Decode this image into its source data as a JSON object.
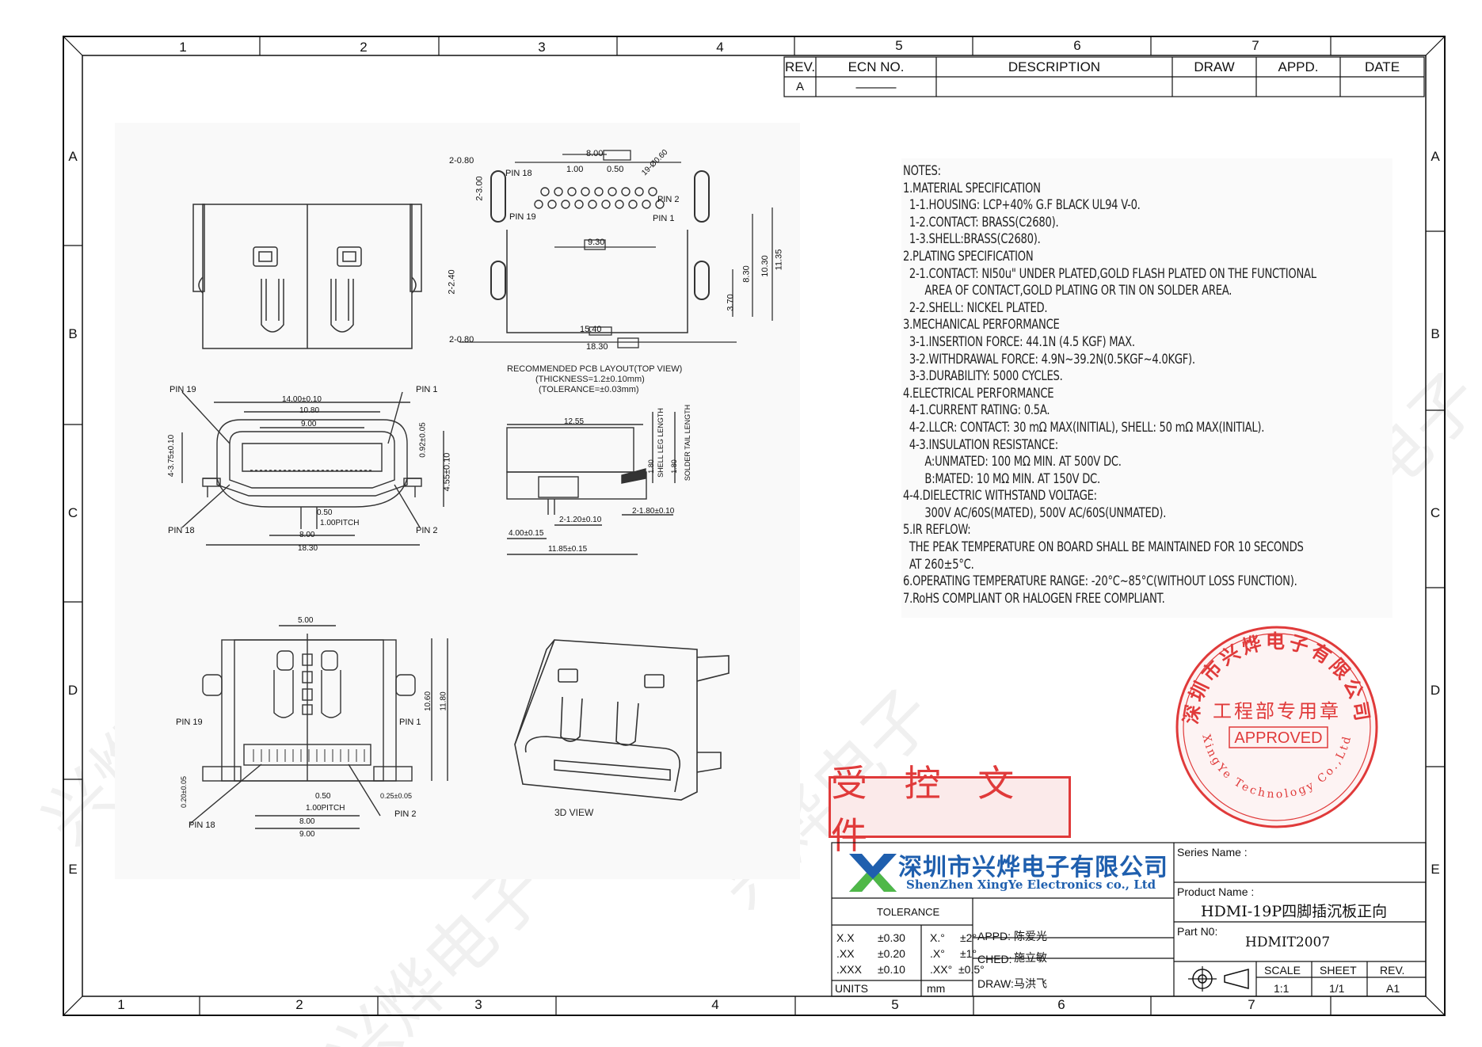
{
  "frame": {
    "top_zones": [
      "1",
      "2",
      "3",
      "4",
      "5",
      "6",
      "7"
    ],
    "bottom_zones": [
      "1",
      "2",
      "3",
      "4",
      "5",
      "6",
      "7"
    ],
    "side_zones": [
      "A",
      "B",
      "C",
      "D",
      "E"
    ]
  },
  "revision_table": {
    "headers": {
      "rev": "REV.",
      "ecn": "ECN  NO.",
      "description": "DESCRIPTION",
      "draw": "DRAW",
      "appd": "APPD.",
      "date": "DATE"
    },
    "row": {
      "rev": "A",
      "ecn": "———"
    }
  },
  "views": {
    "pcb_caption_1": "RECOMMENDED PCB LAYOUT(TOP VIEW)",
    "pcb_caption_2": "(THICKNESS=1.2±0.10mm)",
    "pcb_caption_3": "(TOLERANCE=±0.03mm)",
    "view_3d": "3D VIEW",
    "pcb_pin18": "PIN 18",
    "pcb_pin19": "PIN 19",
    "pcb_pin2": "PIN 2",
    "pcb_pin1": "PIN 1",
    "pcb_dim_2_080_top": "2-0.80",
    "pcb_dim_2_080_bottom": "2-0.80",
    "pcb_dim_2_300": "2-3.00",
    "pcb_dim_2_240": "2-2.40",
    "pcb_dim_800": "8.00",
    "pcb_dim_100": "1.00",
    "pcb_dim_050": "0.50",
    "pcb_dim_930": "9.30",
    "pcb_dim_1540": "15.40",
    "pcb_dim_1830": "18.30",
    "pcb_dim_830": "8.30",
    "pcb_dim_1030": "10.30",
    "pcb_dim_1135": "11.35",
    "pcb_dim_370": "3.70",
    "pcb_dim_diag": "19-Ø0.60",
    "front_pin19": "PIN 19",
    "front_pin1": "PIN 1",
    "front_pin18": "PIN 18",
    "front_pin2": "PIN 2",
    "front_dim_1400": "14.00±0.10",
    "front_dim_1080": "10.80",
    "front_dim_900": "9.00",
    "front_dim_050": "0.50",
    "front_dim_pitch": "1.00PITCH",
    "front_dim_800": "8.00",
    "front_dim_1830": "18.30",
    "front_dim_455": "4.55±0.10",
    "front_dim_375": "4-3.75±0.10",
    "front_dim_092": "0.92±0.05",
    "side_dim_1255": "12.55",
    "side_dim_shell": "SHELL LEG LENGTH",
    "side_dim_solder": "SOLDER TAIL LENGTH",
    "side_dim_180a": "1.80",
    "side_dim_180b": "1.80",
    "side_dim_120": "2-1.20±0.10",
    "side_dim_180c": "2-1.80±0.10",
    "side_dim_400": "4.00±0.15",
    "side_dim_1185": "11.85±0.15",
    "bottom_dim_500": "5.00",
    "bottom_dim_1060": "10.60",
    "bottom_dim_1180": "11.80",
    "bottom_pin19": "PIN 19",
    "bottom_pin1": "PIN 1",
    "bottom_pin18": "PIN 18",
    "bottom_pin2": "PIN 2",
    "bottom_dim_050": "0.50",
    "bottom_dim_pitch": "1.00PITCH",
    "bottom_dim_800": "8.00",
    "bottom_dim_900": "9.00",
    "bottom_dim_020": "0.20±0.05",
    "bottom_dim_025": "0.25±0.05"
  },
  "notes": [
    "NOTES:",
    "1.MATERIAL SPECIFICATION",
    "  1-1.HOUSING: LCP+40% G.F BLACK UL94 V-0.",
    "  1-2.CONTACT: BRASS(C2680).",
    "  1-3.SHELL:BRASS(C2680).",
    "2.PLATING SPECIFICATION",
    "  2-1.CONTACT: NI50u\" UNDER PLATED,GOLD FLASH PLATED ON THE FUNCTIONAL",
    "       AREA OF CONTACT,GOLD PLATING OR TIN ON SOLDER AREA.",
    "  2-2.SHELL: NICKEL PLATED.",
    "3.MECHANICAL PERFORMANCE",
    "  3-1.INSERTION FORCE: 44.1N (4.5 KGF) MAX.",
    "  3-2.WITHDRAWAL FORCE: 4.9N~39.2N(0.5KGF~4.0KGF).",
    "  3-3.DURABILITY: 5000 CYCLES.",
    "4.ELECTRICAL PERFORMANCE",
    "  4-1.CURRENT RATING: 0.5A.",
    "  4-2.LLCR: CONTACT: 30 mΩ MAX(INITIAL), SHELL: 50 mΩ MAX(INITIAL).",
    "  4-3.INSULATION RESISTANCE:",
    "       A:UNMATED: 100 MΩ MIN. AT 500V DC.",
    "       B:MATED: 10 MΩ MIN. AT 150V DC.",
    "4-4.DIELECTRIC WITHSTAND VOLTAGE:",
    "       300V AC/60S(MATED), 500V AC/60S(UNMATED).",
    "5.IR REFLOW:",
    "  THE PEAK TEMPERATURE ON BOARD SHALL BE MAINTAINED FOR 10 SECONDS",
    "  AT 260±5°C.",
    "6.OPERATING TEMPERATURE RANGE: -20°C~85°C(WITHOUT LOSS FUNCTION).",
    "7.RoHS COMPLIANT OR HALOGEN FREE COMPLIANT."
  ],
  "stamps": {
    "controlled": "受 控 文 件",
    "seal_top": "深圳市兴烨电子有限公司",
    "seal_middle": "工程部专用章",
    "seal_approved": "APPROVED",
    "seal_bottom": "XingYe Technology Co.,Ltd"
  },
  "title_block": {
    "company_cn": "深圳市兴烨电子有限公司",
    "company_en": "ShenZhen XingYe Electronics co., Ltd",
    "series_label": "Series Name :",
    "series_value": "",
    "product_label": "Product Name :",
    "product_value": "HDMI-19P四脚插沉板正向",
    "partno_label": "Part N0:",
    "partno_value": "HDMIT2007",
    "tolerance_label": "TOLERANCE",
    "tol_rows": [
      {
        "a": "X.X",
        "b": "±0.30",
        "c": "X.°",
        "d": "±2°"
      },
      {
        "a": ".XX",
        "b": "±0.20",
        "c": ".X°",
        "d": "±1°"
      },
      {
        "a": ".XXX",
        "b": "±0.10",
        "c": ".XX°",
        "d": "±0.5°"
      }
    ],
    "units_label": "UNITS",
    "units_value": "mm",
    "appd_label": "APPD:",
    "appd_value": "陈爱光",
    "ched_label": "CHED:",
    "ched_value": "施立敏",
    "draw_label": "DRAW:",
    "draw_value": "马洪飞",
    "scale_label": "SCALE",
    "scale_value": "1:1",
    "sheet_label": "SHEET",
    "sheet_value": "1/1",
    "rev_label": "REV.",
    "rev_value": "A1"
  },
  "watermark": "兴烨电子",
  "colors": {
    "stamp_red": "#e03a3a",
    "logo_blue": "#1f5fae",
    "logo_green": "#4fb848"
  }
}
